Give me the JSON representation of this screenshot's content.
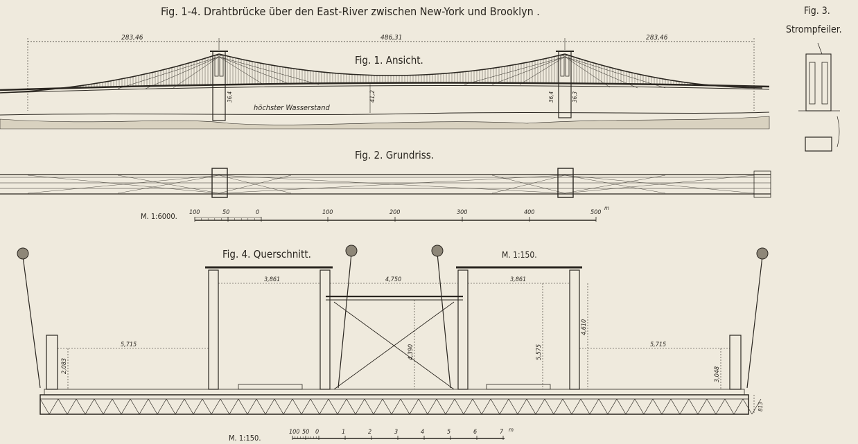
{
  "title": "Fig. 1-4. Drahtbrücke über den East-River zwischen New-York und Brooklyn .",
  "fig1": {
    "label": "Fig. 1. Ansicht.",
    "dim_left": "283,46",
    "dim_center": "486,31",
    "dim_right": "283,46",
    "water_label": "höchster Wasserstand",
    "h_center": "41,2",
    "h_tower_left": "36,4",
    "h_tower_right_a": "36,4",
    "h_tower_right_b": "36,3"
  },
  "fig2": {
    "label": "Fig. 2. Grundriss."
  },
  "scale1": {
    "label": "M. 1:6000.",
    "ticks": [
      "100",
      "50",
      "0",
      "100",
      "200",
      "300",
      "400",
      "500"
    ],
    "unit": "m"
  },
  "fig3": {
    "label": "Fig. 3.",
    "sublabel": "Strompfeiler."
  },
  "fig4": {
    "label": "Fig. 4. Querschnitt.",
    "scale": "M. 1:150.",
    "dims": {
      "w_left_box": "3,861",
      "w_center": "4,750",
      "w_right_box": "3,861",
      "w_left_outer": "5,715",
      "w_right_outer": "5,715",
      "h_left": "2,083",
      "h_center": "4,390",
      "h_inner_right": "5,575",
      "h_right_box": "4,610",
      "h_right_outer": "3,048",
      "h_deck": "813"
    }
  },
  "scale2": {
    "label": "M. 1:150.",
    "ticks": [
      "100",
      "50",
      "0",
      "1",
      "2",
      "3",
      "4",
      "5",
      "6",
      "7"
    ],
    "unit": "m"
  }
}
